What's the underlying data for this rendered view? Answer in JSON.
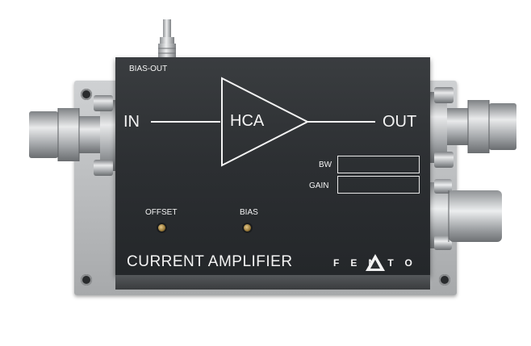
{
  "device": {
    "labels": {
      "bias_out": "BIAS-OUT",
      "input": "IN",
      "output": "OUT",
      "amp_symbol": "HCA",
      "bw": "BW",
      "gain": "GAIN",
      "offset": "OFFSET",
      "bias": "BIAS",
      "product_name": "CURRENT AMPLIFIER",
      "brand": "FEMTO"
    },
    "colors": {
      "case": "#2c2f32",
      "print": "#f4f4f4",
      "base_plate": "#bfc1c3",
      "connector_metal": "#b8babc"
    },
    "icons": {
      "amplifier": "triangle-amplifier-icon",
      "bnc_connector": "bnc-connector-icon",
      "power_connector": "circular-power-connector-icon",
      "trimmer": "trimmer-potentiometer-icon",
      "logo": "femto-logo"
    }
  }
}
